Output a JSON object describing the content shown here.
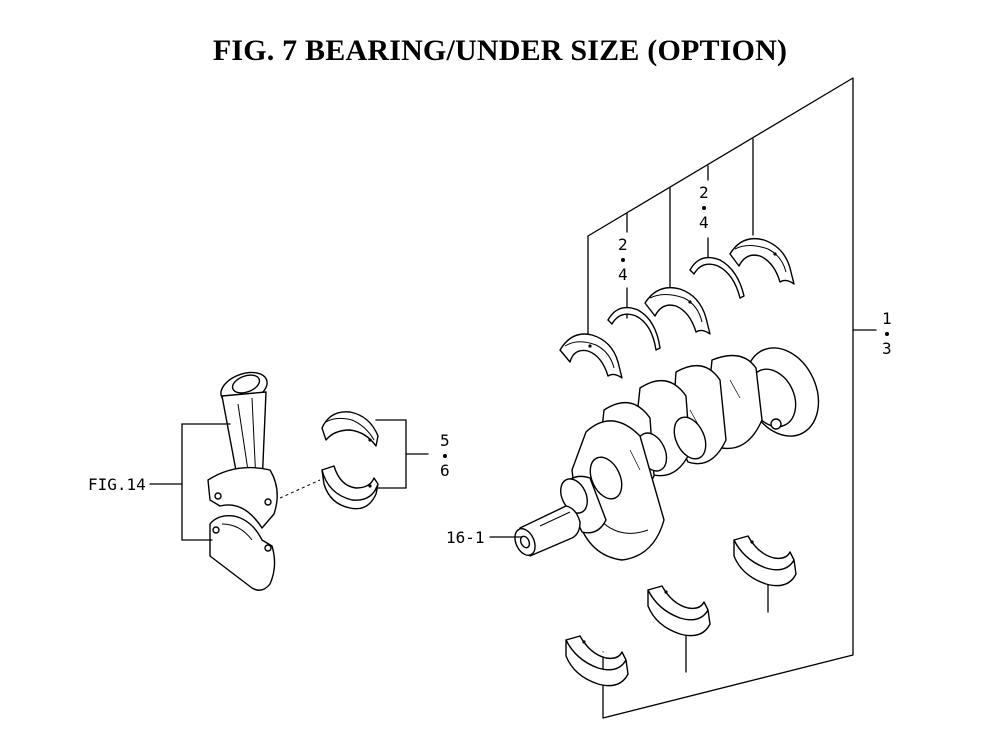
{
  "title": "FIG. 7 BEARING/UNDER SIZE (OPTION)",
  "callouts": {
    "main_bearing_upper_left": {
      "top": "2",
      "bottom": "4"
    },
    "main_bearing_upper_right": {
      "top": "2",
      "bottom": "4"
    },
    "main_bearing_set": {
      "top": "1",
      "bottom": "3"
    },
    "conrod_bearing_set": {
      "top": "5",
      "bottom": "6"
    },
    "conrod_reference": "FIG.14",
    "crankshaft_reference": "16-1"
  },
  "icons": [
    "connecting-rod",
    "crankshaft",
    "bearing-shell"
  ]
}
